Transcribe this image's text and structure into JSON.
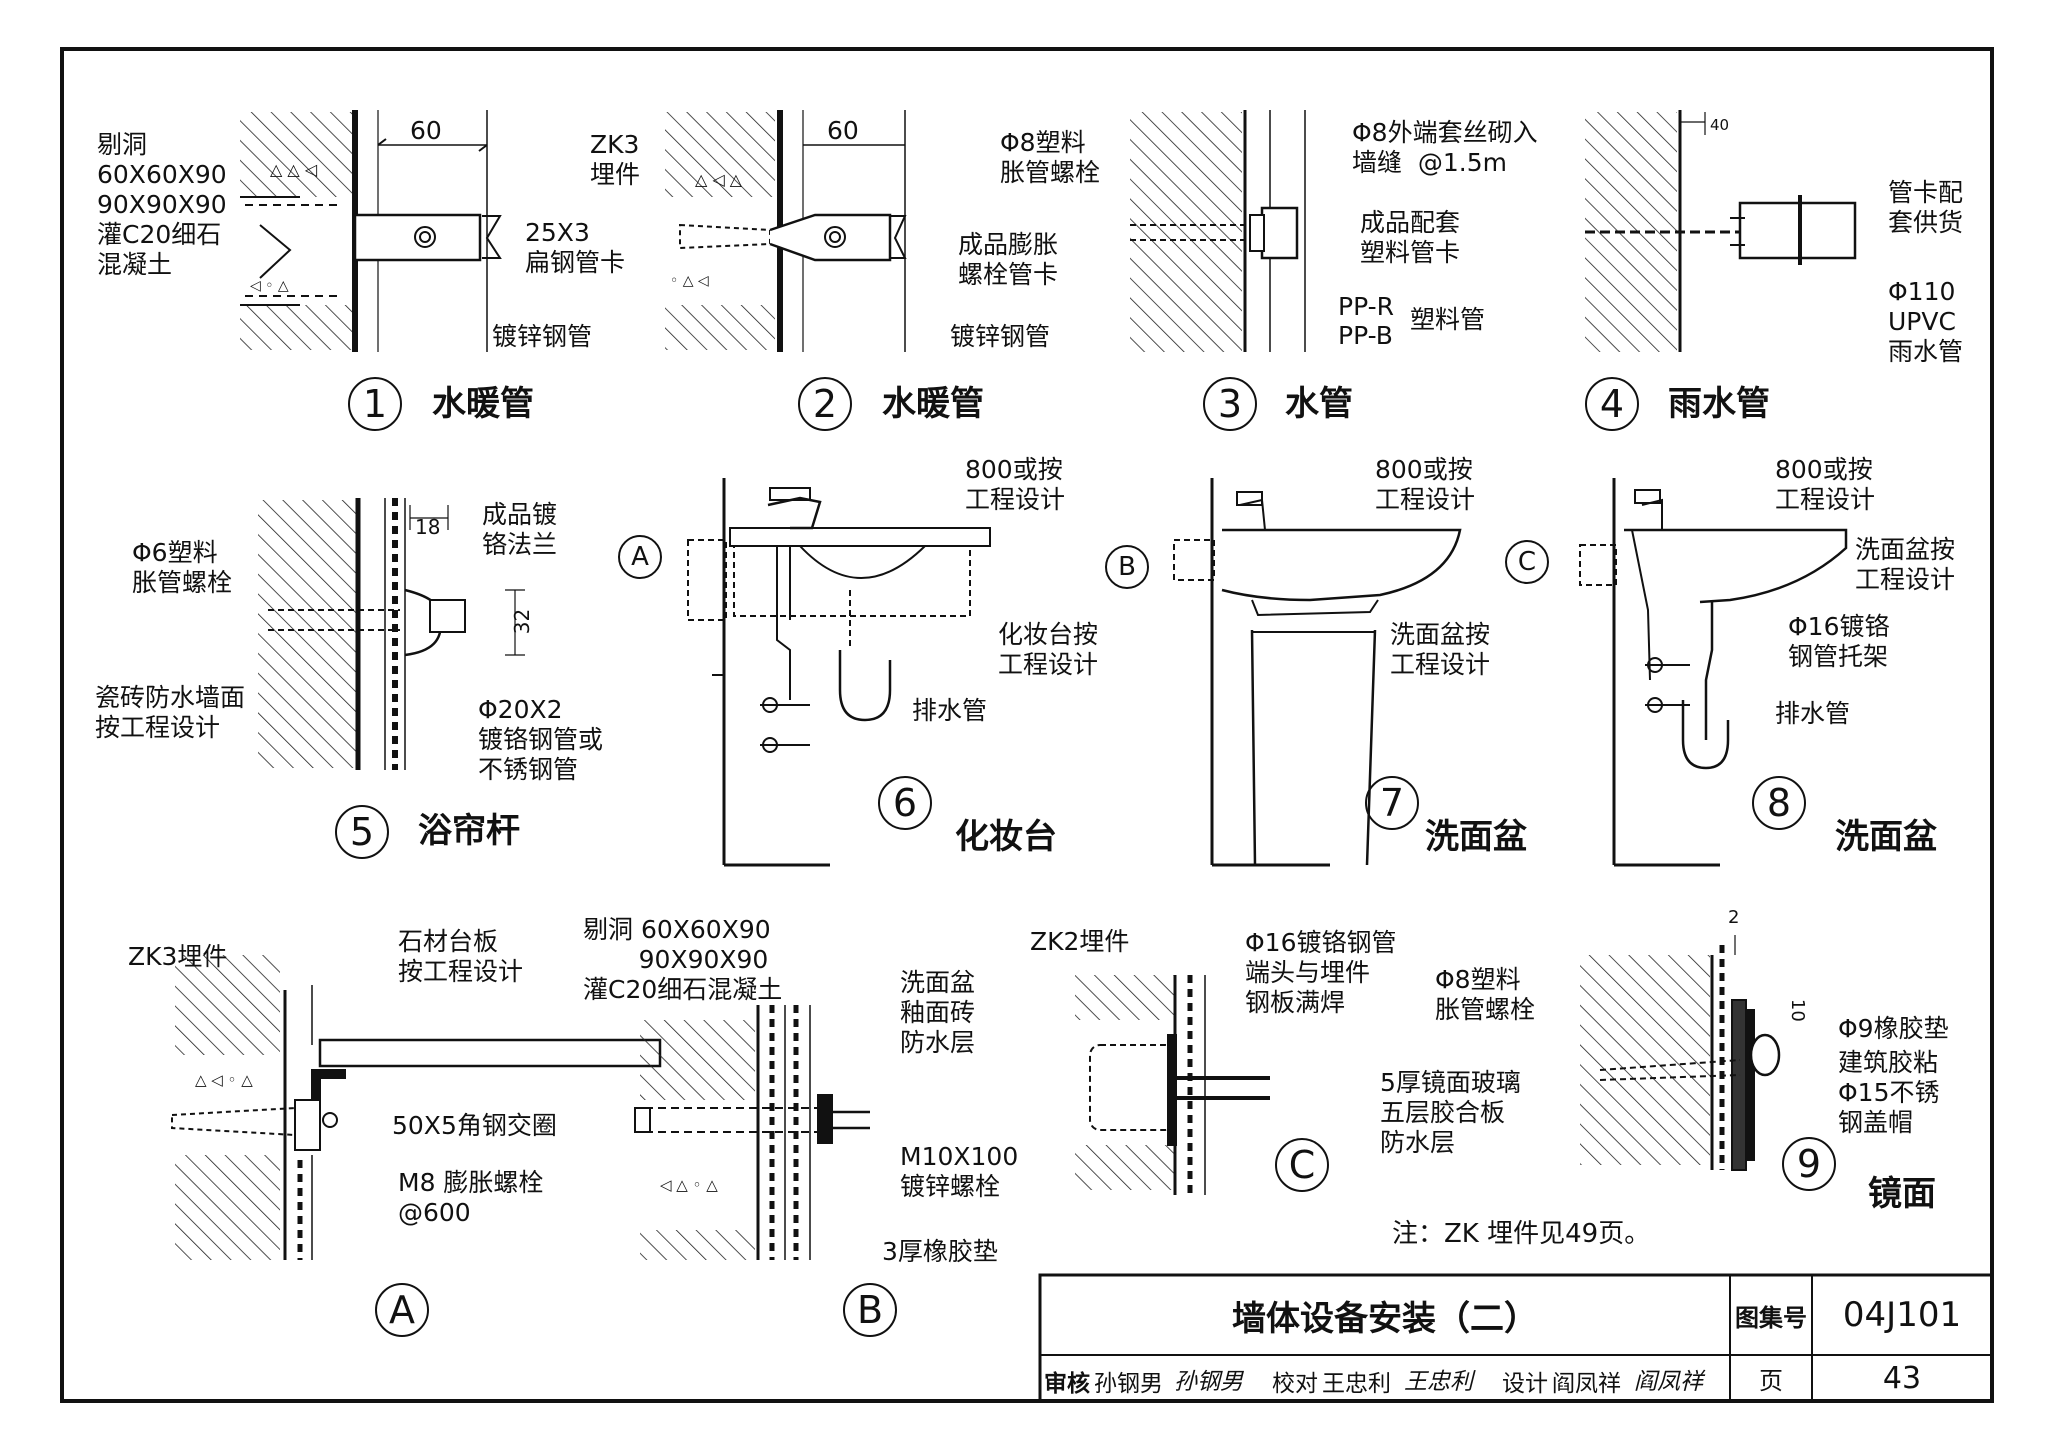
{
  "details": {
    "d1": {
      "num": "1",
      "title": "水暖管",
      "hole": "剔洞\n60X60X90\n90X90X90\n灌C20细石\n混凝土",
      "dim": "60",
      "clip": "25X3\n扁钢管卡",
      "pipe": "镀锌钢管"
    },
    "d2": {
      "num": "2",
      "title": "水暖管",
      "embed": "ZK3\n埋件",
      "dim": "60",
      "clip": "成品膨胀\n螺栓管卡",
      "pipe": "镀锌钢管"
    },
    "d3": {
      "num": "3",
      "title": "水管",
      "bolt": "Φ8塑料\n胀管螺栓",
      "clip": "成品配套\n塑料管卡",
      "pipe_a": "PP-R",
      "pipe_b": "PP-B",
      "pipe_c": "塑料管"
    },
    "d4": {
      "num": "4",
      "title": "雨水管",
      "bolt": "Φ8外端套丝砌入\n墙缝  @1.5m",
      "dim": "40",
      "clip": "管卡配\n套供货",
      "pipe": "Φ110\nUPVC\n雨水管"
    },
    "d5": {
      "num": "5",
      "title": "浴帘杆",
      "flange": "成品镀\n铬法兰",
      "dim_a": "18",
      "dim_b": "32",
      "bolt": "Φ6塑料\n胀管螺栓",
      "wall": "瓷砖防水墙面\n按工程设计",
      "pipe": "Φ20X2\n镀铬钢管或\n不锈钢管"
    },
    "d6": {
      "num": "6",
      "title": "化妆台",
      "tag": "A",
      "dim": "800或按\n工程设计",
      "top": "化妆台按\n工程设计",
      "drain": "排水管"
    },
    "d7": {
      "num": "7",
      "title": "洗面盆",
      "tag": "B",
      "dim": "800或按\n工程设计",
      "basin": "洗面盆按\n工程设计"
    },
    "d8": {
      "num": "8",
      "title": "洗面盆",
      "tag": "C",
      "dim": "800或按\n工程设计",
      "basin": "洗面盆按\n工程设计",
      "bracket": "Φ16镀铬\n钢管托架",
      "drain": "排水管"
    },
    "dA": {
      "tag": "A",
      "embed": "ZK3埋件",
      "slab": "石材台板\n按工程设计",
      "angle": "50X5角钢交圈",
      "bolt": "M8 膨胀螺栓\n@600"
    },
    "dB": {
      "tag": "B",
      "hole": "剔洞 60X60X90\n       90X90X90\n灌C20细石混凝土",
      "layers": "洗面盆\n釉面砖\n防水层",
      "bolt": "M10X100\n镀锌螺栓",
      "pad": "3厚橡胶垫"
    },
    "dC": {
      "tag": "C",
      "embed": "ZK2埋件",
      "weld": "Φ16镀铬钢管\n端头与埋件\n钢板满焊"
    },
    "d9": {
      "num": "9",
      "title": "镜面",
      "dim_a": "2",
      "dim_b": "10",
      "bolt": "Φ8塑料\n胀管螺栓",
      "layers": "5厚镜面玻璃\n五层胶合板\n防水层",
      "pad": "Φ9橡胶垫",
      "cap": "建筑胶粘\nΦ15不锈\n钢盖帽"
    }
  },
  "note": "注：ZK 埋件见49页。",
  "title_block": {
    "drawing_title": "墙体设备安装（二）",
    "atlas_label": "图集号",
    "atlas_no": "04J101",
    "page_label": "页",
    "page_no": "43",
    "review_label": "审核",
    "reviewer": "孙钢男",
    "reviewer_sig": "孙钢男",
    "check_label": "校对",
    "checker": "王忠利",
    "checker_sig": "王忠利",
    "design_label": "设计",
    "designer": "阎凤祥",
    "designer_sig": "阎凤祥"
  }
}
